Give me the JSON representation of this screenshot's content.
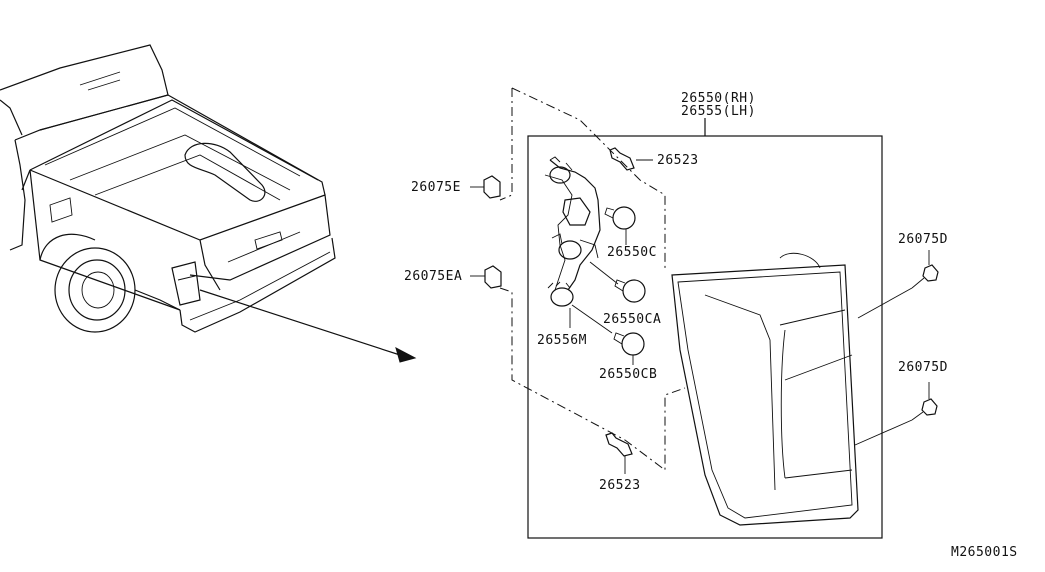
{
  "callouts": {
    "assembly_rh": "26550(RH)",
    "assembly_lh": "26555(LH)",
    "p26523_top": "26523",
    "p26523_bottom": "26523",
    "p26075E": "26075E",
    "p26075EA": "26075EA",
    "p26550C": "26550C",
    "p26550CA": "26550CA",
    "p26550CB": "26550CB",
    "p26556M": "26556M",
    "p26075D_top": "26075D",
    "p26075D_bottom": "26075D"
  },
  "diagram_code": "M265001S"
}
